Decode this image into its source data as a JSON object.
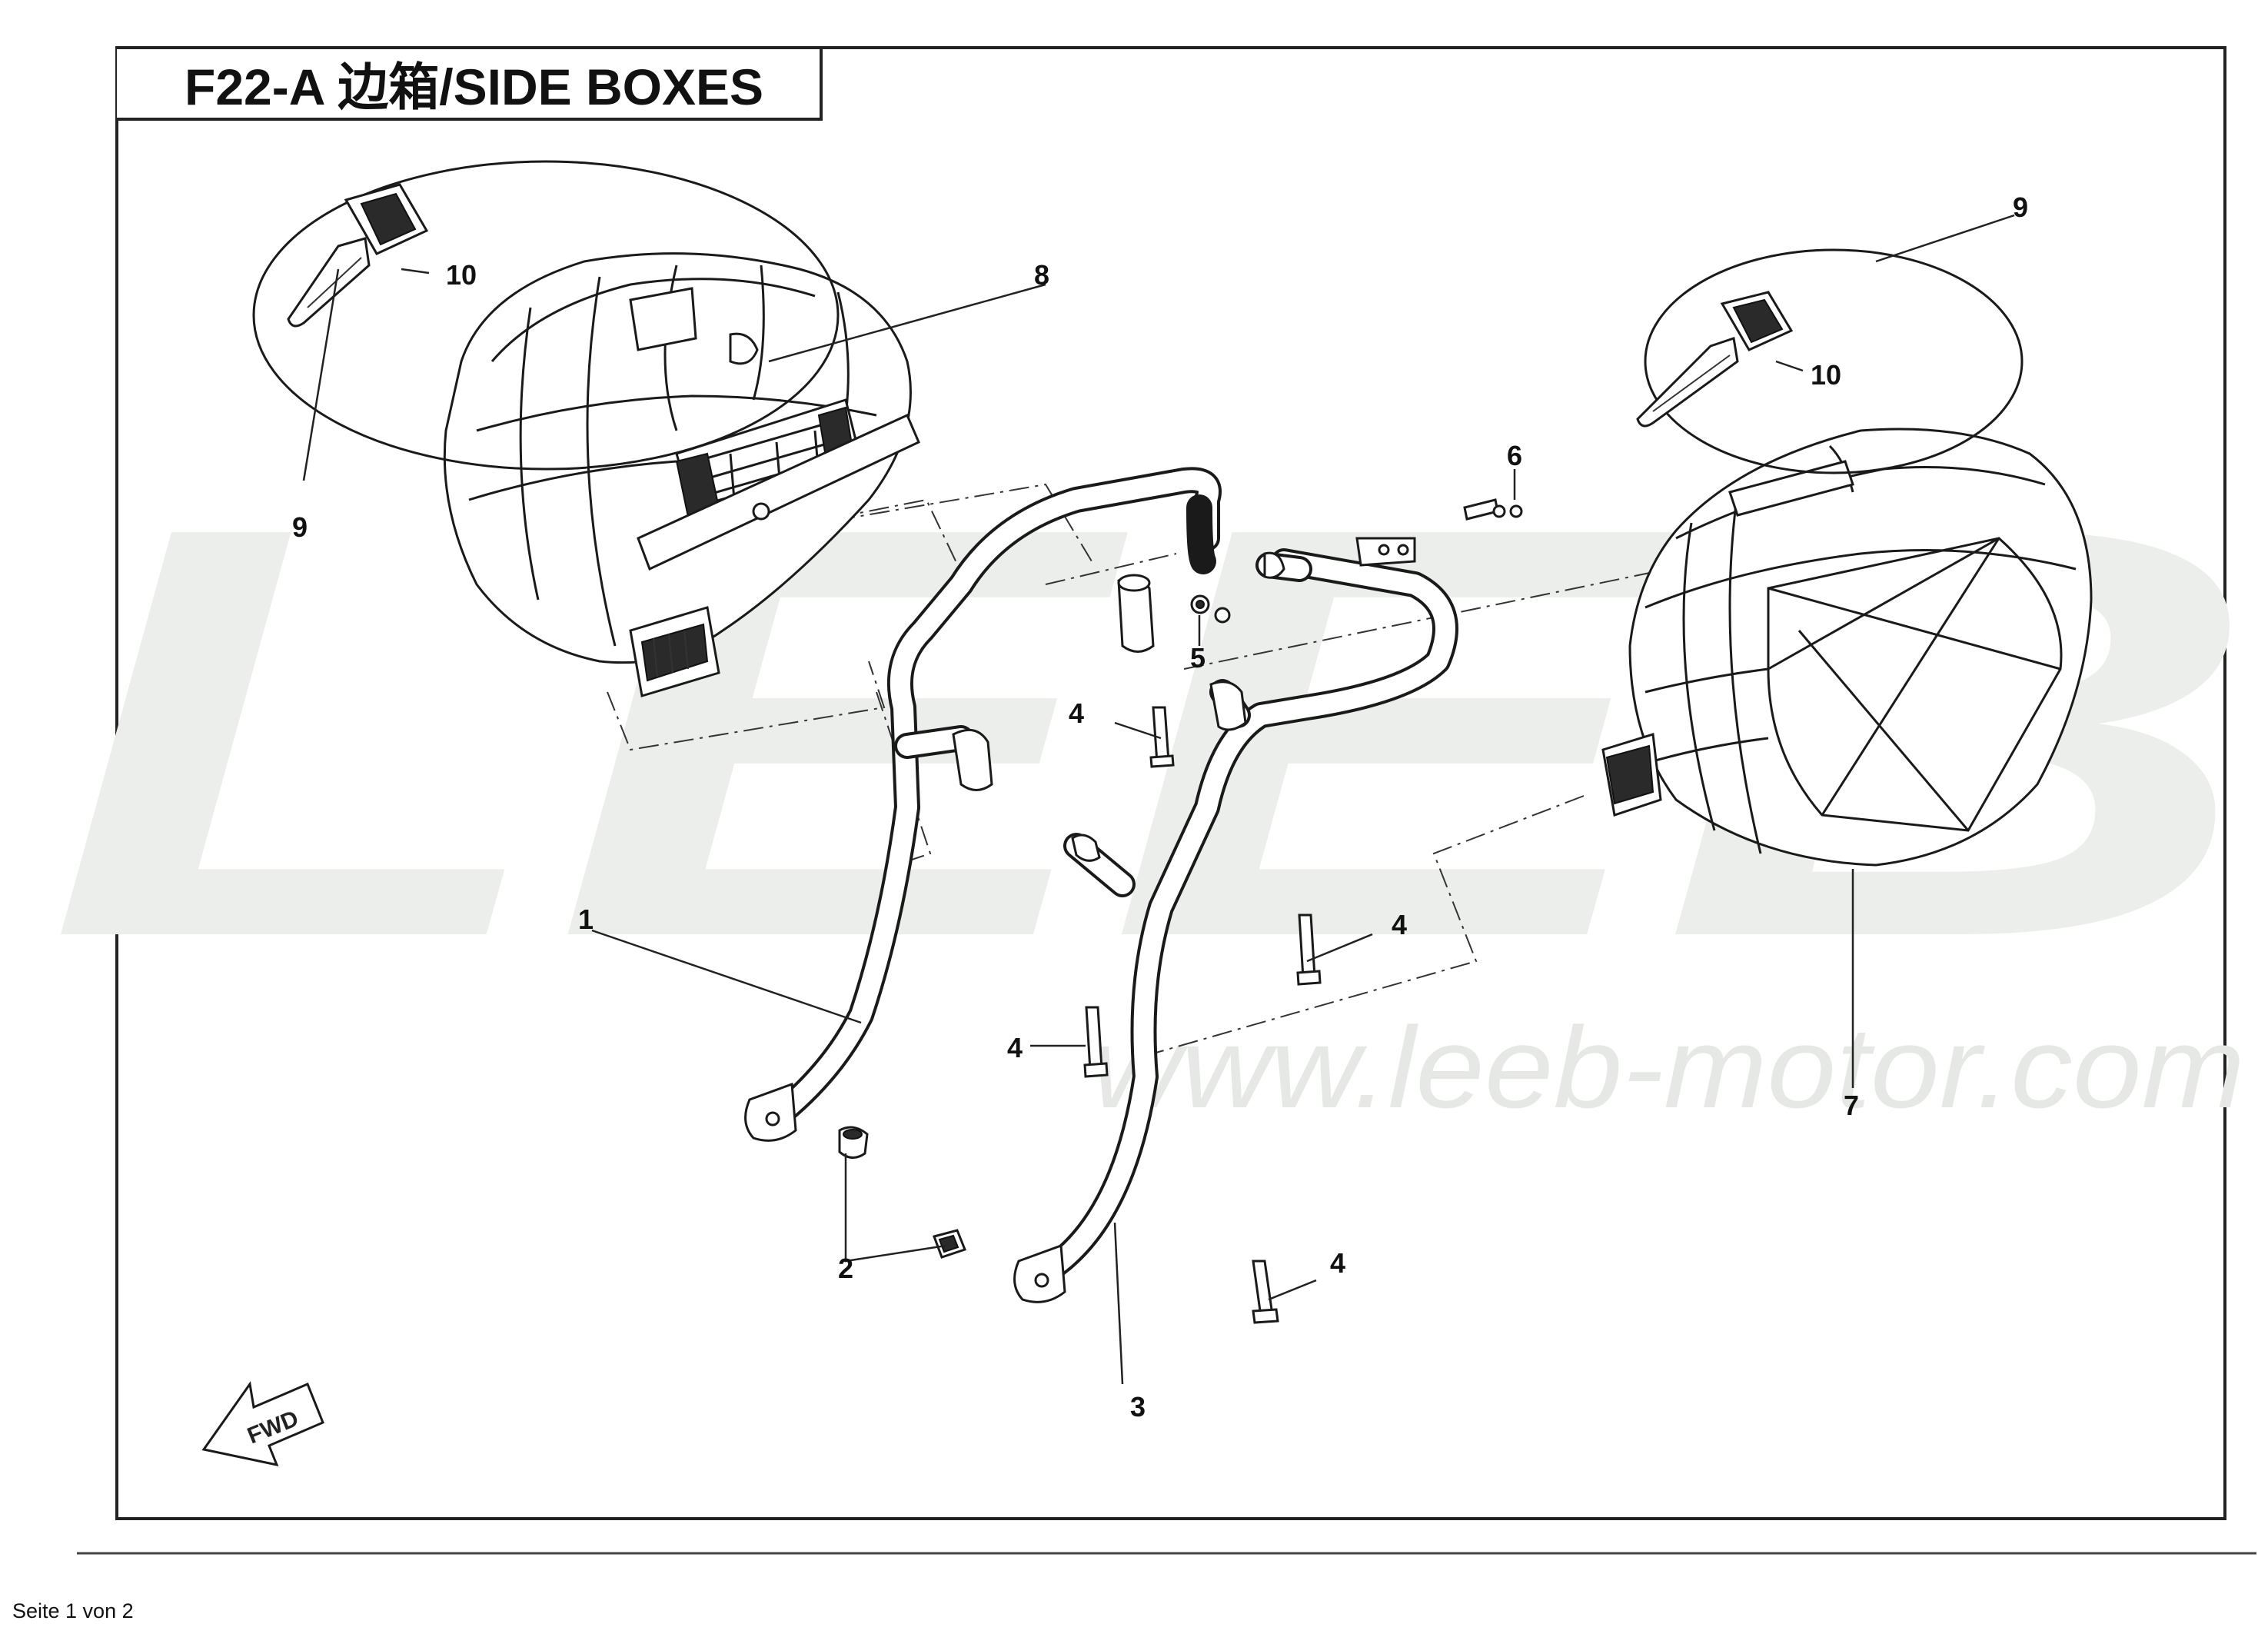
{
  "title": "F22-A  边箱/SIDE BOXES",
  "watermark": {
    "brand": "LEEB",
    "url": "www.leeb-motor.com"
  },
  "callouts": {
    "part_1": "1",
    "part_2": "2",
    "part_3": "3",
    "part_4_a": "4",
    "part_4_b": "4",
    "part_4_c": "4",
    "part_4_d": "4",
    "part_5": "5",
    "part_6": "6",
    "part_7": "7",
    "part_8": "8",
    "part_9_left": "9",
    "part_9_right": "9",
    "part_10_left": "10",
    "part_10_right": "10"
  },
  "fwd_label": "FWD",
  "footer": "Seite 1 von 2"
}
